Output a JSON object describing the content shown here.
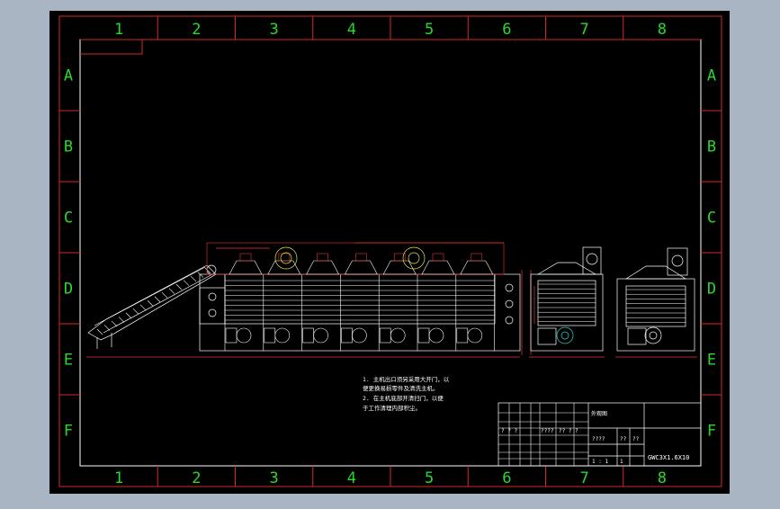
{
  "drawing": {
    "columns": [
      "1",
      "2",
      "3",
      "4",
      "5",
      "6",
      "7",
      "8"
    ],
    "rows": [
      "A",
      "B",
      "C",
      "D",
      "E",
      "F"
    ],
    "notes": [
      "1. 主机出口须另采用大开门，以",
      "便更换易损零件及清洗主机。",
      "2. 在主机底部开清扫门，以便",
      "于工作清理内部积尘。"
    ],
    "title_block": {
      "drawing_title": "外观图",
      "drawing_number": "GWC3X1.6X10",
      "cell_a": "? ? ?",
      "cell_b": "????",
      "cell_c": "?? ? ?",
      "cell_d": "????",
      "cell_e": "??",
      "cell_f": "??",
      "cell_g": "1 : 1",
      "cell_h": "1"
    },
    "colors": {
      "frame_bg": "#000000",
      "border": "#ffffff",
      "grid_lines": "#d42828",
      "grid_text": "#2bd82b",
      "drawing": "#ffffff",
      "dimension": "#e43535",
      "highlight": "#e8e84a",
      "panel_bg": "#a9b5c2"
    }
  }
}
